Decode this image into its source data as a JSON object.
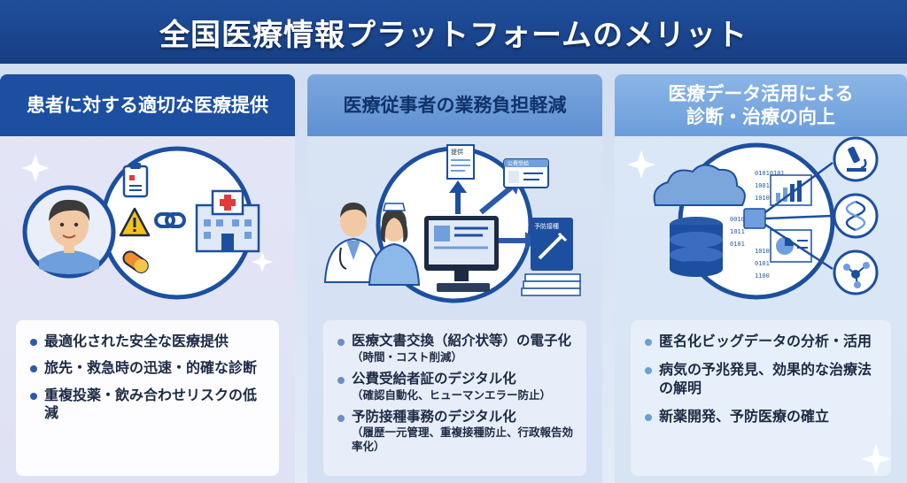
{
  "title": "全国医療情報プラットフォームのメリット",
  "panels": [
    {
      "header": "患者に対する適切な医療提供",
      "items": [
        "最適化された安全な医療提供",
        "旅先・救急時の迅速・的確な診断",
        "重複投薬・飲み合わせリスクの低減"
      ]
    },
    {
      "header": "医療従事者の業務負担軽減",
      "doc_labels": {
        "referral": "提供",
        "certificate": "公費受給",
        "vaccination": "予防接種"
      },
      "items": [
        {
          "main": "医療文書交換（紹介状等）の電子化",
          "sub": "（時間・コスト削減）"
        },
        {
          "main": "公費受給者証のデジタル化",
          "sub": "（確認自動化、ヒューマンエラー防止）"
        },
        {
          "main": "予防接種事務のデジタル化",
          "sub": "（履歴一元管理、重複接種防止、行政報告効率化）"
        }
      ]
    },
    {
      "header_line1": "医療データ活用による",
      "header_line2": "診断・治療の向上",
      "binary": [
        "01010101",
        "1001",
        "1010",
        "0010",
        "1011",
        "0101",
        "1010",
        "0101",
        "1100"
      ],
      "items": [
        "匿名化ビッグデータの分析・活用",
        "病気の予兆発見、効果的な治療法の解明",
        "新薬開発、予防医療の確立"
      ]
    }
  ],
  "colors": {
    "banner": "#1f4f9c",
    "accent": "#2b5aa8",
    "red_cross": "#e23b3b"
  }
}
